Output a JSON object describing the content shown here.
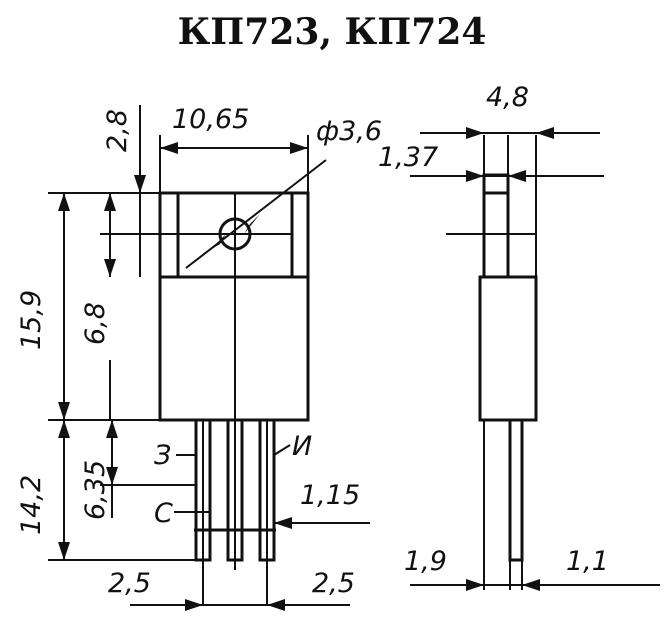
{
  "title": "КП723, КП724",
  "front_view": {
    "dims": {
      "tab_height": "2,8",
      "body_width": "10,65",
      "hole_diameter": "ф3,6",
      "total_height": "15,9",
      "hole_center_height": "6,8",
      "lead_length": "14,2",
      "lead_offset": "6,35",
      "lead_width": "1,15",
      "pitch_left": "2,5",
      "pitch_right": "2,5"
    },
    "pins": {
      "gate": "З",
      "drain": "С",
      "source": "И"
    }
  },
  "side_view": {
    "dims": {
      "thickness": "4,8",
      "tab_thickness": "1,37",
      "lead_offset": "1,9",
      "lead_thickness": "1,1"
    }
  }
}
